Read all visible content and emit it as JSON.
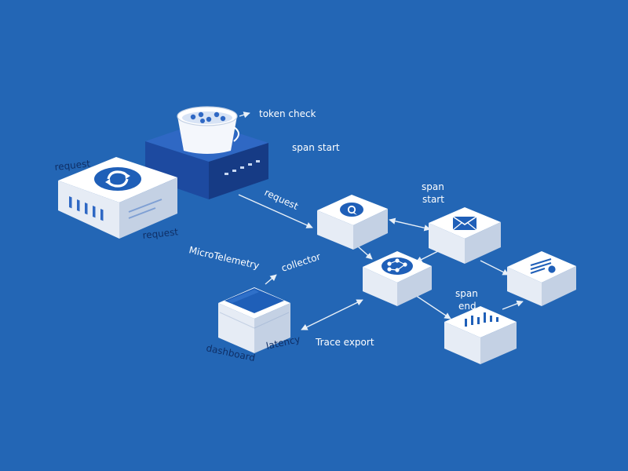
{
  "colors": {
    "background": "#2366b5",
    "cube_top": "#ffffff",
    "cube_left": "#e6ecf5",
    "cube_right": "#c4d1e4",
    "accent": "#1f5fb8",
    "navy_top": "#2f68c4",
    "navy_left": "#1d4aa0",
    "navy_right": "#163b85"
  },
  "labels": {
    "token_check": "token check",
    "span_start_top": "span start",
    "request_top": "request",
    "request_bottom": "request",
    "request_diagonal": "request",
    "microtelemetry": "MicroTelemetry",
    "collector": "collector",
    "span_start_right": "span start",
    "span_end": "span end",
    "trace_export": "Trace export",
    "dashboard": "dashboard",
    "latency": "latency"
  },
  "icons": {
    "gateway": "refresh-icon",
    "bucket": "token-bucket-icon",
    "service_a": "chat-icon",
    "service_b": "envelope-icon",
    "collector": "flow-nodes-icon",
    "store": "doc-gear-icon",
    "chart": "bar-chart-icon",
    "dashboard": "screen-icon"
  }
}
